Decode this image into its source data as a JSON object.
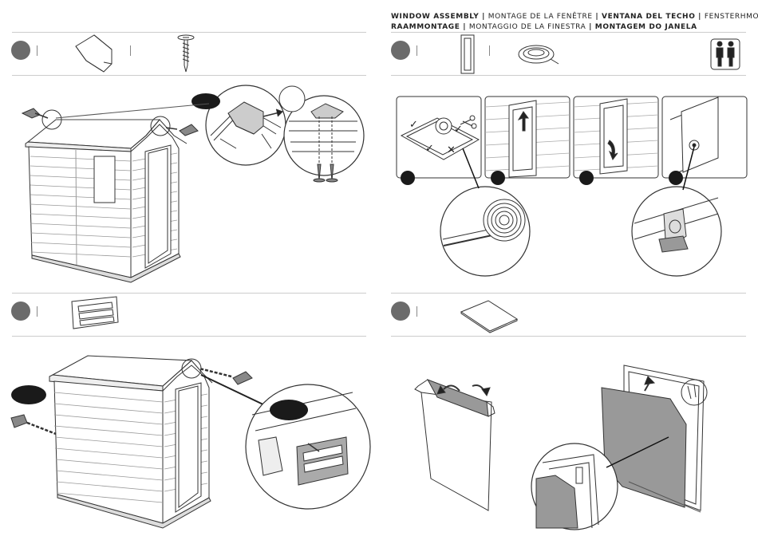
{
  "header": {
    "line1": [
      {
        "text": "WINDOW ASSEMBLY",
        "bold": true
      },
      {
        "text": " | ",
        "bold": true
      },
      {
        "text": "MONTAGE DE LA FENÊTRE",
        "bold": false
      },
      {
        "text": " | ",
        "bold": true
      },
      {
        "text": "VENTANA DEL TECHO",
        "bold": true
      },
      {
        "text": " | ",
        "bold": true
      },
      {
        "text": "FENSTERHMONTAGE",
        "bold": false
      }
    ],
    "line2": [
      {
        "text": "RAAMMONTAGE",
        "bold": true
      },
      {
        "text": " | ",
        "bold": true
      },
      {
        "text": "MONTAGGIO DE LA FINESTRA",
        "bold": false
      },
      {
        "text": " | ",
        "bold": true
      },
      {
        "text": "MONTAGEM DO JANELA",
        "bold": true
      }
    ]
  },
  "colors": {
    "step_dot": "#6b6b6b",
    "callout": "#1a1a1a",
    "line": "#333333",
    "band_border": "#cccccc",
    "panel_gray": "#9a9a9a"
  },
  "parts": {
    "vent_cap": "roof-vent-cap-part",
    "screw": "screw-part",
    "vent_grille": "wall-vent-grille-part",
    "window_frame": "window-frame-part",
    "seal_tape": "seal-tape-roll-part",
    "acrylic_sheet": "window-pane-sheet-part",
    "two_people": "two-person-assembly-icon"
  },
  "window_steps": {
    "marks": [
      "✓",
      "✓",
      "✓",
      "✕"
    ]
  }
}
